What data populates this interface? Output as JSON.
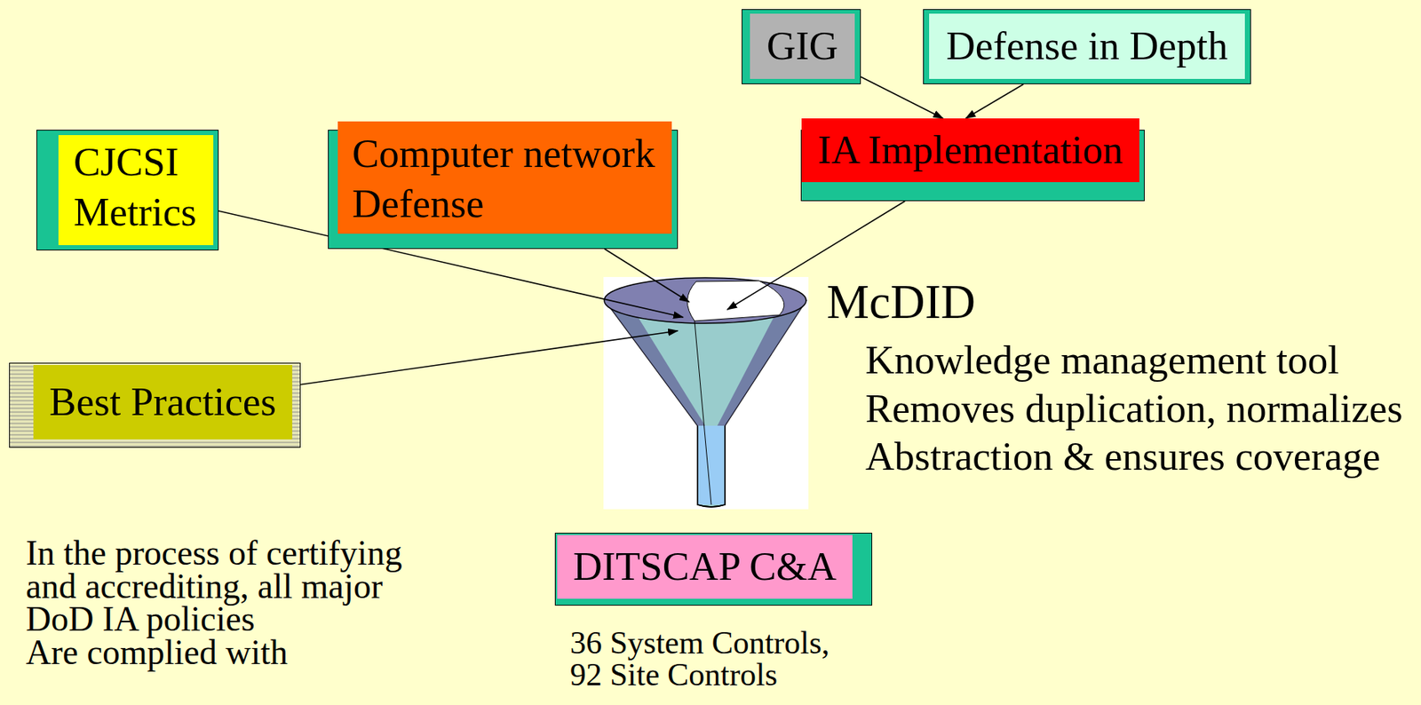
{
  "diagram": {
    "nodes": [
      {
        "text": [
          "GIG"
        ]
      },
      {
        "text": [
          "Defense in Depth"
        ]
      },
      {
        "text": [
          "CJCSI Metrics"
        ]
      },
      {
        "text": [
          "Computer network Defense"
        ]
      },
      {
        "text": [
          "IA Implementation"
        ]
      },
      {
        "text": [
          "McDID",
          "Knowledge management tool Removes duplication, normalizes Abstraction & ensures coverage"
        ]
      },
      {
        "text": [
          "Best Practices"
        ]
      },
      {
        "text": [
          "DITSCAP C&A"
        ]
      }
    ],
    "edges": [
      {
        "from": 0,
        "to": 4,
        "arrow": "to"
      },
      {
        "from": 1,
        "to": 4,
        "arrow": "to"
      },
      {
        "from": 2,
        "to": 5,
        "arrow": "to"
      },
      {
        "from": 3,
        "to": 5,
        "arrow": "to"
      },
      {
        "from": 4,
        "to": 5,
        "arrow": "to"
      },
      {
        "from": 6,
        "to": 5,
        "arrow": "to"
      }
    ],
    "labels": [
      "In the process of certifying and accrediting, all major DoD IA policies Are complied with",
      "36 System Controls, 92 Site Controls"
    ]
  }
}
